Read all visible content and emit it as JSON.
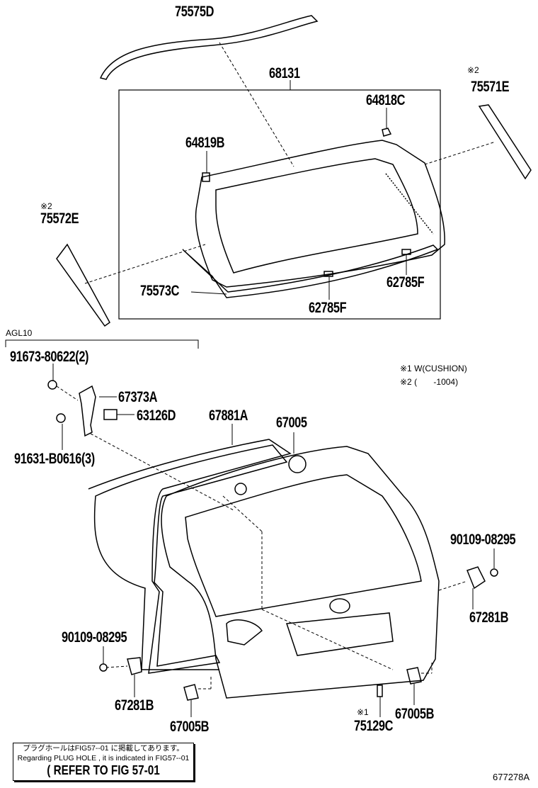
{
  "parts": {
    "p75575D": "75575D",
    "p68131": "68131",
    "p75571E": "75571E",
    "p64818C": "64818C",
    "p64819B": "64819B",
    "p75572E": "75572E",
    "p75573C": "75573C",
    "p62785F_a": "62785F",
    "p62785F_b": "62785F",
    "p91673": "91673-80622(2)",
    "p67373A": "67373A",
    "p63126D": "63126D",
    "p67881A": "67881A",
    "p67005": "67005",
    "p91631": "91631-B0616(3)",
    "p90109_r": "90109-08295",
    "p67281B_r": "67281B",
    "p90109_l": "90109-08295",
    "p67281B_l": "67281B",
    "p67005B_l": "67005B",
    "p75129C": "75129C",
    "p67005B_r": "67005B"
  },
  "marks": {
    "m2_right": "※2",
    "m2_left": "※2",
    "m1": "※1"
  },
  "group_label": "AGL10",
  "legend": {
    "n1": "※1 W(CUSHION)",
    "n2": "※2 (       -1004)"
  },
  "note": {
    "jp": "プラグホールはFIG57--01 に掲載してあります。",
    "en": "Regarding PLUG HOLE , it is indicated in FIG57--01",
    "ref": "( REFER TO FIG 57-01"
  },
  "figure_id": "677278A"
}
